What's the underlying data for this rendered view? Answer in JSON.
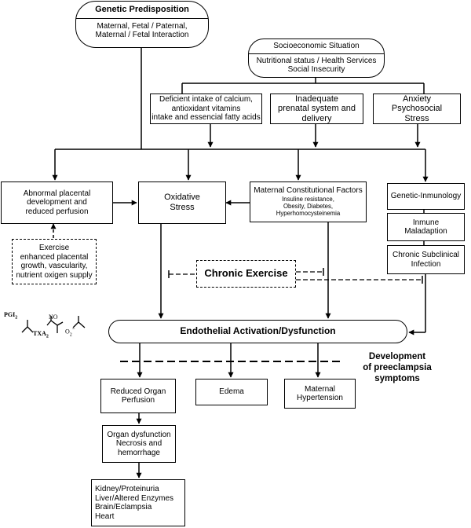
{
  "genetic": {
    "title": "Genetic Predisposition",
    "body": "Maternal, Fetal / Paternal,\nMaternal / Fetal Interaction"
  },
  "socio": {
    "title": "Socioeconomic Situation",
    "body": "Nutritional status / Health Services\nSocial Insecurity"
  },
  "deficient": "Deficient intake of calcium,\nantioxidant vitamins\nintake and essencial fatty acids",
  "prenatal": "Inadequate\nprenatal system and\ndelivery",
  "anxiety": "Anxiety\nPsychosocial\nStress",
  "placental": "Abnormal placental\ndevelopment and\nreduced perfusion",
  "oxidative": "Oxidative\nStress",
  "maternal": {
    "title": "Maternal Constitutional Factors",
    "body": "Insuline resistance,\nObesity, Diabetes,\nHyperhomocysteinemia"
  },
  "genetic_immunology": "Genetic-Inmunology",
  "immune": "Inmune\nMaladaption",
  "chronic_infection": "Chronic Subclinical\nInfection",
  "exercise": "Exercise\nenhanced placental\ngrowth, vascularity,\nnutrient oxigen supply",
  "chronic_exercise": "Chronic Exercise",
  "chem": {
    "pgi": "PGI",
    "pgi_sub": "2",
    "txa": "TXA",
    "txa_sub": "2",
    "no": "NO",
    "o2": "O",
    "o2_sub": "2",
    "o2_sup": "−"
  },
  "endothelial": "Endothelial Activation/Dysfunction",
  "development": "Development\nof preeclampsia\nsymptoms",
  "reduced_organ": "Reduced Organ\nPerfusion",
  "edema": "Edema",
  "hypertension": "Maternal\nHypertension",
  "organ_dysfunction": "Organ dysfunction\nNecrosis and\nhemorrhage",
  "kidney": "Kidney/Proteinuria\nLiver/Altered Enzymes\nBrain/Eclampsia\nHeart"
}
